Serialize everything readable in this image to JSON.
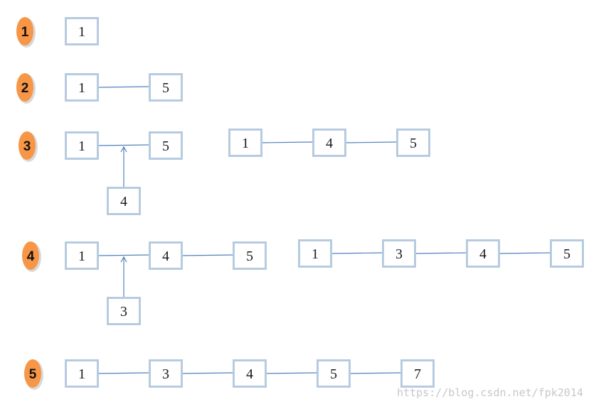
{
  "steps": [
    {
      "label": "1",
      "chains": [
        {
          "nodes": [
            "1"
          ]
        }
      ]
    },
    {
      "label": "2",
      "chains": [
        {
          "nodes": [
            "1",
            "5"
          ]
        }
      ]
    },
    {
      "label": "3",
      "chains": [
        {
          "nodes": [
            "1",
            "5"
          ],
          "inserting": "4"
        },
        {
          "nodes": [
            "1",
            "4",
            "5"
          ]
        }
      ]
    },
    {
      "label": "4",
      "chains": [
        {
          "nodes": [
            "1",
            "4",
            "5"
          ],
          "inserting": "3"
        },
        {
          "nodes": [
            "1",
            "3",
            "4",
            "5"
          ]
        }
      ]
    },
    {
      "label": "5",
      "chains": [
        {
          "nodes": [
            "1",
            "3",
            "4",
            "5",
            "7"
          ]
        }
      ]
    }
  ],
  "watermark": "https://blog.csdn.net/fpk2014",
  "colors": {
    "badge": "#f79646",
    "node_border": "#b7cbe0",
    "link": "#4f81bd"
  }
}
